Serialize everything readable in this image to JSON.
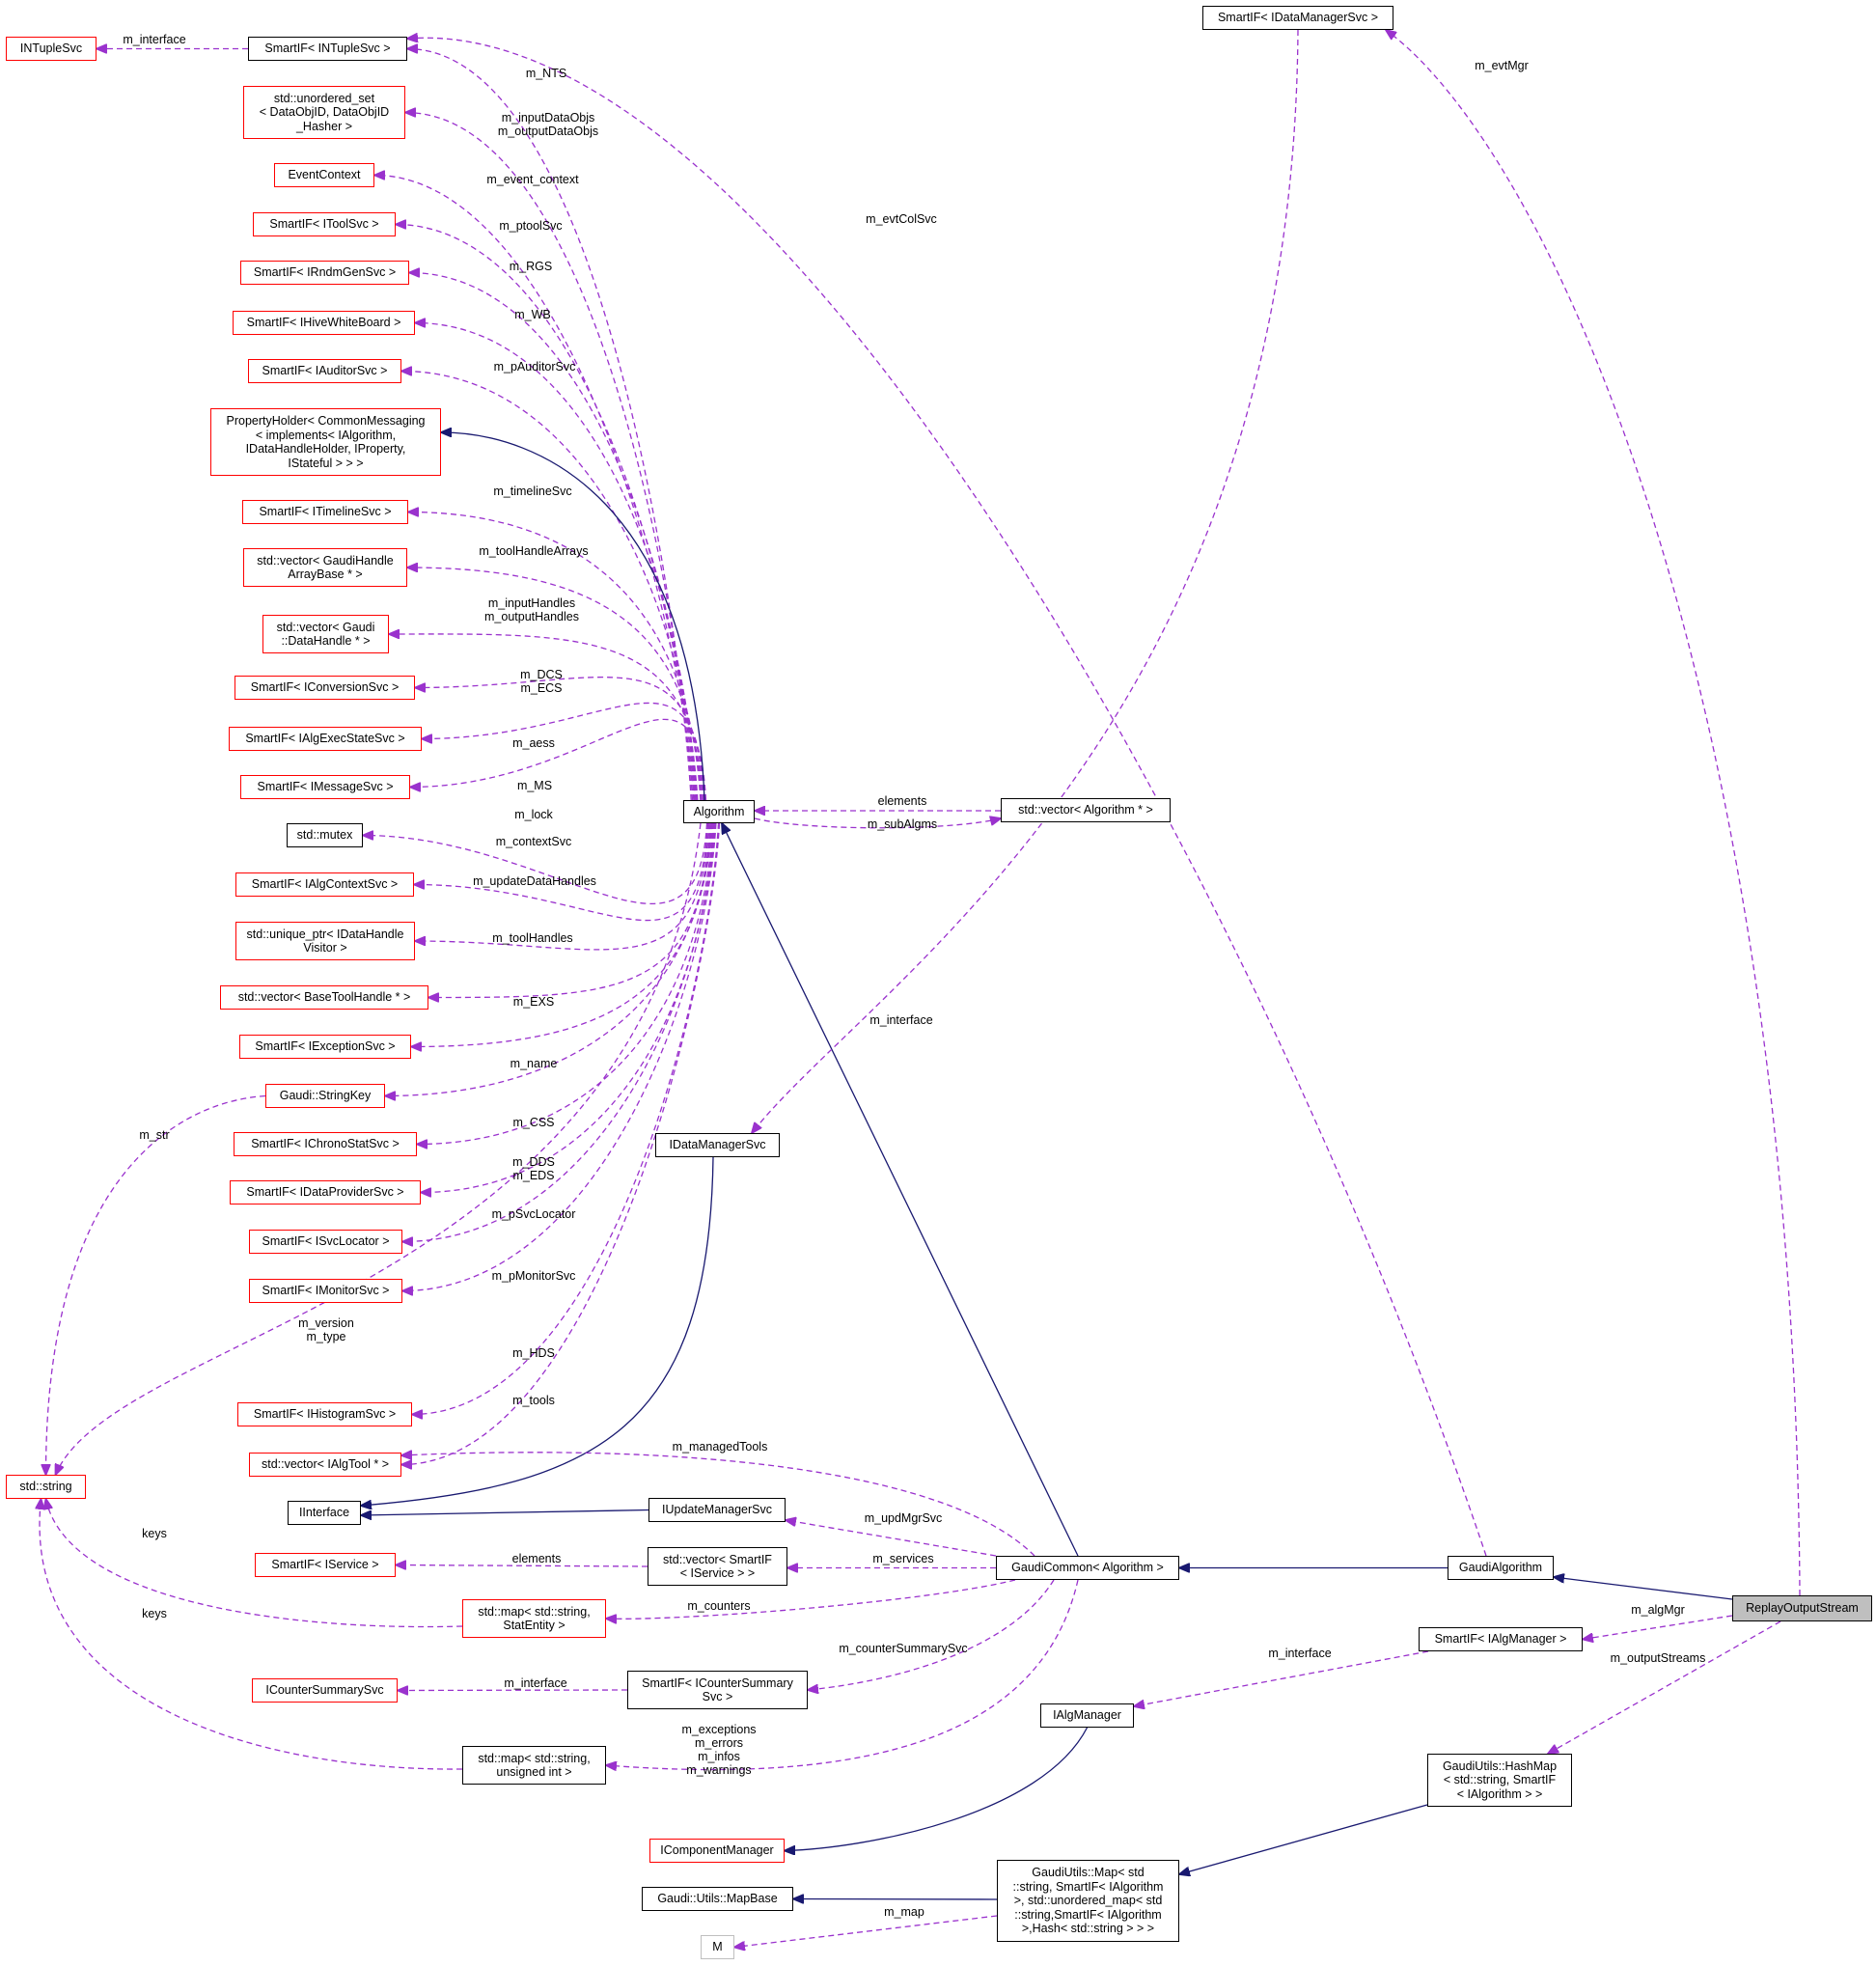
{
  "diagram": {
    "colors": {
      "inheritance_edge": "#191970",
      "usage_edge": "#9a32cd",
      "incomplete_node_border": "#ff0000",
      "node_border": "#000000",
      "focus_fill": "#bfbfbf",
      "external_node_border": "#bfbfbf"
    },
    "nodes": {
      "replay": "ReplayOutputStream",
      "gaudialg": "GaudiAlgorithm",
      "gaudicommon": "GaudiCommon< Algorithm >",
      "algorithm": "Algorithm",
      "vecalg": "std::vector< Algorithm * >",
      "sp_idms": "SmartIF< IDataManagerSvc >",
      "idms": "IDataManagerSvc",
      "sp_ntuple": "SmartIF< INTupleSvc >",
      "intuple": "INTupleSvc",
      "unordset": "std::unordered_set\n< DataObjID, DataObjID\n_Hasher >",
      "evctx": "EventContext",
      "sp_tool": "SmartIF< IToolSvc >",
      "sp_rndm": "SmartIF< IRndmGenSvc >",
      "sp_hive": "SmartIF< IHiveWhiteBoard >",
      "sp_aud": "SmartIF< IAuditorSvc >",
      "propholder": "PropertyHolder< CommonMessaging\n< implements< IAlgorithm,\n IDataHandleHolder, IProperty,\n IStateful > > >",
      "sp_timeline": "SmartIF< ITimelineSvc >",
      "vec_gha": "std::vector< GaudiHandle\nArrayBase * >",
      "vec_dh": "std::vector< Gaudi\n::DataHandle * >",
      "sp_conv": "SmartIF< IConversionSvc >",
      "sp_aes": "SmartIF< IAlgExecStateSvc >",
      "sp_msg": "SmartIF< IMessageSvc >",
      "mutex": "std::mutex",
      "sp_ctx": "SmartIF< IAlgContextSvc >",
      "uptr": "std::unique_ptr< IDataHandle\nVisitor >",
      "vec_bth": "std::vector< BaseToolHandle * >",
      "sp_exc": "SmartIF< IExceptionSvc >",
      "strkey": "Gaudi::StringKey",
      "sp_chrono": "SmartIF< IChronoStatSvc >",
      "sp_dp": "SmartIF< IDataProviderSvc >",
      "sp_svcloc": "SmartIF< ISvcLocator >",
      "sp_mon": "SmartIF< IMonitorSvc >",
      "sp_hist": "SmartIF< IHistogramSvc >",
      "vec_algtool": "std::vector< IAlgTool * >",
      "string": "std::string",
      "iinterface": "IInterface",
      "iupd": "IUpdateManagerSvc",
      "sp_iservice": "SmartIF< IService >",
      "vec_sp_iservice": "std::vector< SmartIF\n< IService > >",
      "map_stat": "std::map< std::string,\nStatEntity >",
      "icsum": "ICounterSummarySvc",
      "sp_icsum": "SmartIF< ICounterSummary\nSvc >",
      "map_uint": "std::map< std::string,\nunsigned int >",
      "sp_algmgr": "SmartIF< IAlgManager >",
      "ialgmgr": "IAlgManager",
      "icomp": "IComponentManager",
      "hashmap": "GaudiUtils::HashMap\n< std::string, SmartIF\n< IAlgorithm > >",
      "gumap": "GaudiUtils::Map< std\n::string, SmartIF< IAlgorithm\n>, std::unordered_map< std\n::string,SmartIF< IAlgorithm\n>,Hash< std::string > > >",
      "mapbase": "Gaudi::Utils::MapBase",
      "m": "M"
    },
    "edge_labels": {
      "m_interface_ntuple": "m_interface",
      "m_nts": "m_NTS",
      "m_inout_objs": "m_inputDataObjs\nm_outputDataObjs",
      "m_event_context": "m_event_context",
      "m_ptoolsvc": "m_ptoolSvc",
      "m_rgs": "m_RGS",
      "m_wb": "m_WB",
      "m_pauditorsvc": "m_pAuditorSvc",
      "m_timelinesvc": "m_timelineSvc",
      "m_toolhandlearrays": "m_toolHandleArrays",
      "m_inout_handles": "m_inputHandles\nm_outputHandles",
      "m_dcs_ecs": "m_DCS\nm_ECS",
      "m_aess": "m_aess",
      "m_ms": "m_MS",
      "m_lock": "m_lock",
      "m_contextsvc": "m_contextSvc",
      "m_updatedatahandles": "m_updateDataHandles",
      "m_toolhandles": "m_toolHandles",
      "m_exs": "m_EXS",
      "m_name": "m_name",
      "m_css": "m_CSS",
      "m_dds_eds": "m_DDS\nm_EDS",
      "m_psvclocator": "m_pSvcLocator",
      "m_pmonitorsvc": "m_pMonitorSvc",
      "m_version_type": "m_version\nm_type",
      "m_hds": "m_HDS",
      "m_tools": "m_tools",
      "m_managedtools": "m_managedTools",
      "m_str": "m_str",
      "keys_1": "keys",
      "keys_2": "keys",
      "elements_alg": "elements",
      "m_subalgms": "m_subAlgms",
      "m_evtcolsvc": "m_evtColSvc",
      "m_evtmgr": "m_evtMgr",
      "m_interface_dms": "m_interface",
      "m_updmgrsvc": "m_updMgrSvc",
      "elements_svc": "elements",
      "m_services": "m_services",
      "m_counters": "m_counters",
      "m_countersummarysvc": "m_counterSummarySvc",
      "m_interface_csum": "m_interface",
      "m_exc_err": "m_exceptions\nm_errors\nm_infos\nm_warnings",
      "m_algmgr": "m_algMgr",
      "m_interface_algmgr": "m_interface",
      "m_outputstreams": "m_outputStreams",
      "m_map": "m_map"
    }
  }
}
